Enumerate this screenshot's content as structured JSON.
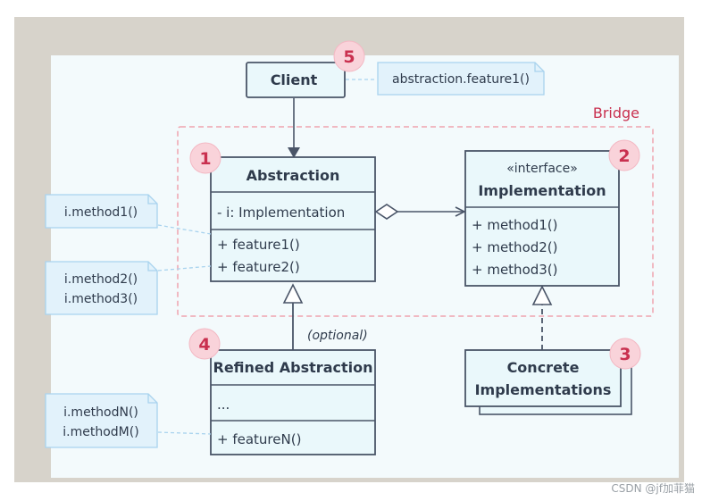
{
  "client": {
    "label": "Client",
    "badge": "5"
  },
  "client_note": "abstraction.feature1()",
  "bridge_label": "Bridge",
  "abstraction": {
    "badge": "1",
    "title": "Abstraction",
    "field": "- i: Implementation",
    "methods": [
      "+ feature1()",
      "+ feature2()"
    ]
  },
  "implementation": {
    "badge": "2",
    "stereotype": "«interface»",
    "title": "Implementation",
    "methods": [
      "+ method1()",
      "+ method2()",
      "+ method3()"
    ]
  },
  "concrete": {
    "badge": "3",
    "line1": "Concrete",
    "line2": "Implementations"
  },
  "refined": {
    "badge": "4",
    "title": "Refined Abstraction",
    "field": "...",
    "method": "+ featureN()"
  },
  "optional_label": "(optional)",
  "notes": {
    "feature1": [
      "i.method1()"
    ],
    "feature2": [
      "i.method2()",
      "i.method3()"
    ],
    "featureN": [
      "i.methodN()",
      "i.methodM()"
    ]
  },
  "watermark": "CSDN @jf加菲猫",
  "colors": {
    "box_fill": "#eaf8fb",
    "box_stroke": "#4a5568",
    "note_fill": "#e2f2fb",
    "note_stroke": "#a9d3ee",
    "bridge_dash": "#f0a3ae",
    "badge_fill": "#f9d3da",
    "badge_text": "#c9304f"
  }
}
